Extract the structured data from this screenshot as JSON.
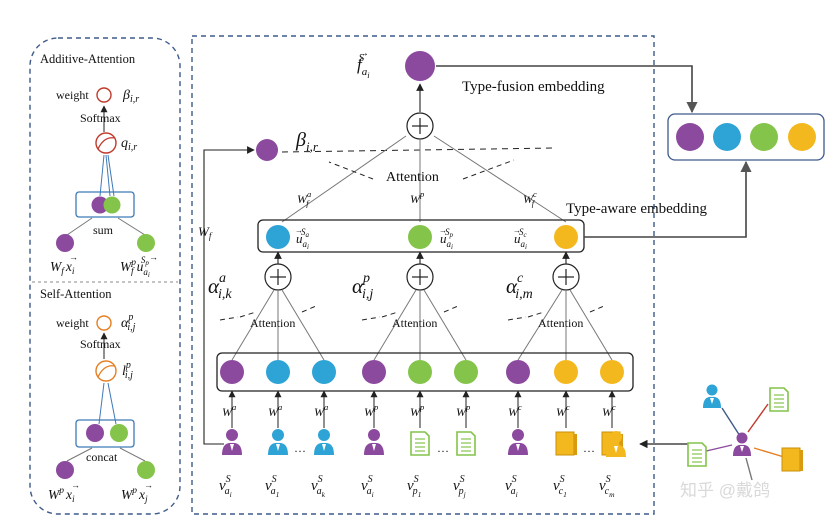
{
  "colors": {
    "purple": "#8c4a9e",
    "blue": "#2ea3d5",
    "green": "#84c44a",
    "yellow": "#f4b81f",
    "frame_blue": "#3d5a8a",
    "red": "#c0392b",
    "orange": "#e67e22"
  },
  "left_panel": {
    "additive": {
      "title": "Additive-Attention",
      "weight_label": "weight",
      "weight_symbol": "β",
      "weight_sub": "i,r",
      "softmax_label": "Softmax",
      "score_symbol": "q",
      "score_sub": "i,r",
      "combine_label": "sum",
      "left_input": "W",
      "left_input_sub": "f",
      "left_input_vec": "x",
      "left_input_vec_sub": "i",
      "right_input": "W",
      "right_input_sup": "p",
      "right_input_f": "f",
      "right_input_vec": "u",
      "right_input_vec_sub": "a",
      "right_input_vec_subsub": "i",
      "right_input_vec_sup": "S",
      "right_input_vec_supsup": "p"
    },
    "self": {
      "title": "Self-Attention",
      "weight_label": "weight",
      "weight_symbol": "α",
      "weight_sup": "p",
      "weight_sub": "i,j",
      "softmax_label": "Softmax",
      "score_symbol": "l",
      "score_sup": "p",
      "score_sub": "i,j",
      "combine_label": "concat",
      "left_input": "W",
      "left_input_sup": "p",
      "left_input_vec": "x",
      "left_input_vec_sub": "i",
      "right_input": "W",
      "right_input_sup": "p",
      "right_input_vec": "x",
      "right_input_vec_sub": "j"
    }
  },
  "main": {
    "output_label": "f",
    "output_sub": "a",
    "output_subsub": "i",
    "output_sup": "S",
    "type_fusion_label": "Type-fusion embedding",
    "type_aware_label": "Type-aware embedding",
    "beta_symbol": "β",
    "beta_sub": "i,r",
    "top_attention_label": "Attention",
    "wf_label": "W",
    "wf_sub": "f",
    "top_weights": [
      {
        "base": "W",
        "sub": "f",
        "sup": "a"
      },
      {
        "base": "W",
        "sub": "",
        "sup": "p"
      },
      {
        "base": "W",
        "sub": "f",
        "sup": "c"
      }
    ],
    "embeds": [
      {
        "base": "u",
        "sub": "a",
        "subsub": "i",
        "sup": "S",
        "supsup": "a"
      },
      {
        "base": "u",
        "sub": "a",
        "subsub": "i",
        "sup": "S",
        "supsup": "p"
      },
      {
        "base": "u",
        "sub": "a",
        "subsub": "i",
        "sup": "S",
        "supsup": "c"
      }
    ],
    "alphas": [
      {
        "base": "α",
        "sup": "a",
        "sub": "i,k"
      },
      {
        "base": "α",
        "sup": "p",
        "sub": "i,j"
      },
      {
        "base": "α",
        "sup": "c",
        "sub": "i,m"
      }
    ],
    "attention_label": "Attention",
    "bottom_weights": [
      "a",
      "a",
      "a",
      "p",
      "p",
      "p",
      "c",
      "c",
      "c"
    ],
    "bottom_weight_base": "W",
    "nodes": [
      {
        "base": "v",
        "sup": "S",
        "sub": "a",
        "subsub": "i"
      },
      {
        "base": "v",
        "sup": "S",
        "sub": "a",
        "subsub": "1"
      },
      {
        "base": "v",
        "sup": "S",
        "sub": "a",
        "subsub": "k"
      },
      {
        "base": "v",
        "sup": "S",
        "sub": "a",
        "subsub": "i"
      },
      {
        "base": "v",
        "sup": "S",
        "sub": "p",
        "subsub": "1"
      },
      {
        "base": "v",
        "sup": "S",
        "sub": "p",
        "subsub": "j"
      },
      {
        "base": "v",
        "sup": "S",
        "sub": "a",
        "subsub": "i"
      },
      {
        "base": "v",
        "sup": "S",
        "sub": "c",
        "subsub": "1"
      },
      {
        "base": "v",
        "sup": "S",
        "sub": "c",
        "subsub": "m"
      }
    ],
    "ellipsis": "···"
  },
  "watermark": "知乎 @戴鸽"
}
